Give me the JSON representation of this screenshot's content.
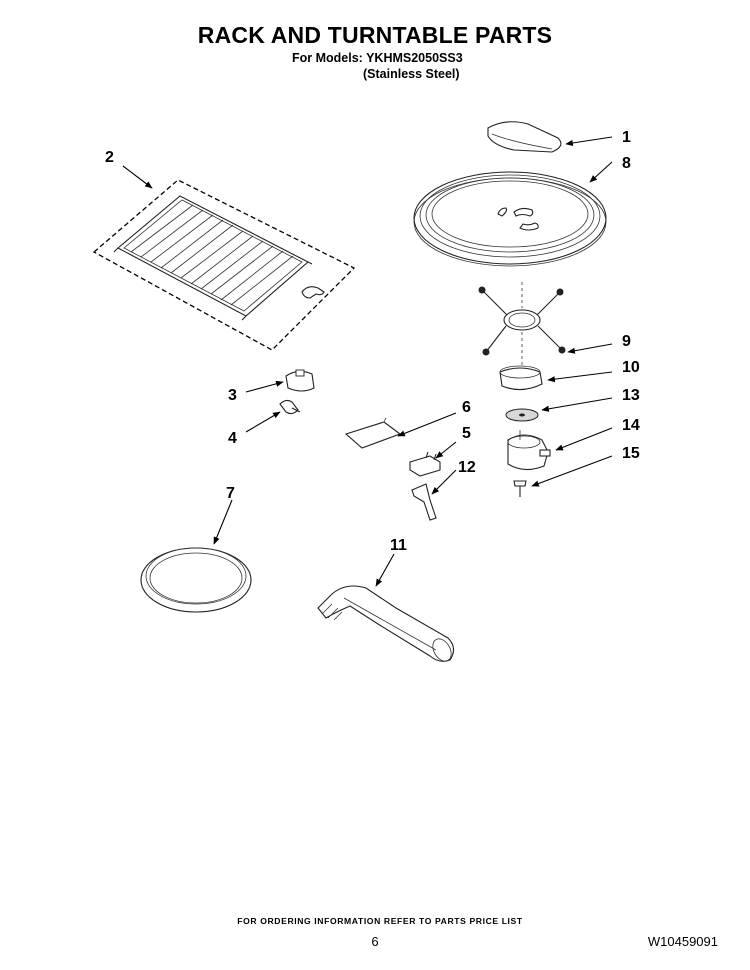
{
  "header": {
    "title": "RACK AND TURNTABLE PARTS",
    "models_line": "For Models: YKHMS2050SS3",
    "finish_line": "(Stainless Steel)"
  },
  "callouts": {
    "c1": "1",
    "c2": "2",
    "c3": "3",
    "c4": "4",
    "c5": "5",
    "c6": "6",
    "c7": "7",
    "c8": "8",
    "c9": "9",
    "c10": "10",
    "c11": "11",
    "c12": "12",
    "c13": "13",
    "c14": "14",
    "c15": "15"
  },
  "footer": {
    "ordering_note": "FOR ORDERING INFORMATION REFER TO PARTS PRICE LIST",
    "page_number": "6",
    "document_number": "W10459091"
  }
}
